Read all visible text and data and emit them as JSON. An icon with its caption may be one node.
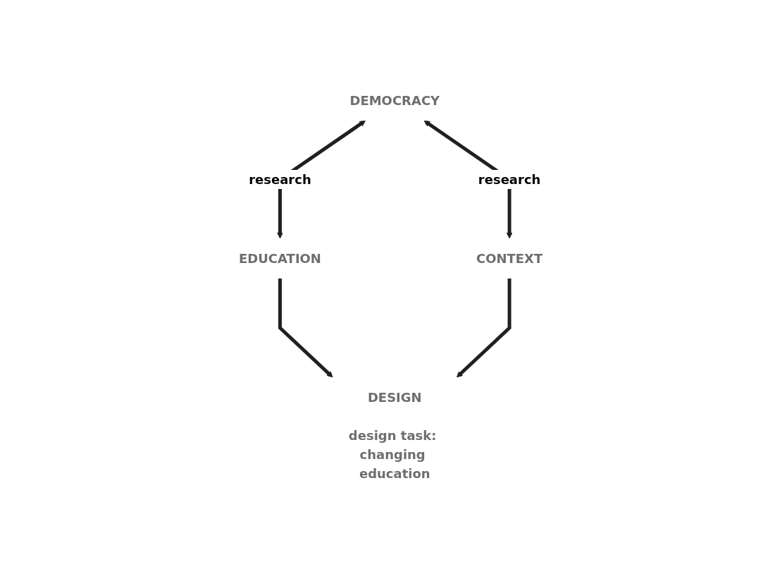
{
  "diagram": {
    "nodes": [
      {
        "text": [
          "DEMOCRACY"
        ]
      },
      {
        "text": [
          "EDUCATION"
        ]
      },
      {
        "text": [
          "DESIGN",
          "design task: changing education"
        ]
      },
      {
        "text": [
          "CONTEXT"
        ]
      }
    ],
    "edges": [
      {
        "from": 0,
        "to": 1,
        "arrow": "both",
        "label": "research"
      },
      {
        "from": 0,
        "to": 3,
        "arrow": "both",
        "label": "research"
      },
      {
        "from": 1,
        "to": 2,
        "arrow": "to"
      },
      {
        "from": 3,
        "to": 2,
        "arrow": "to"
      }
    ]
  }
}
